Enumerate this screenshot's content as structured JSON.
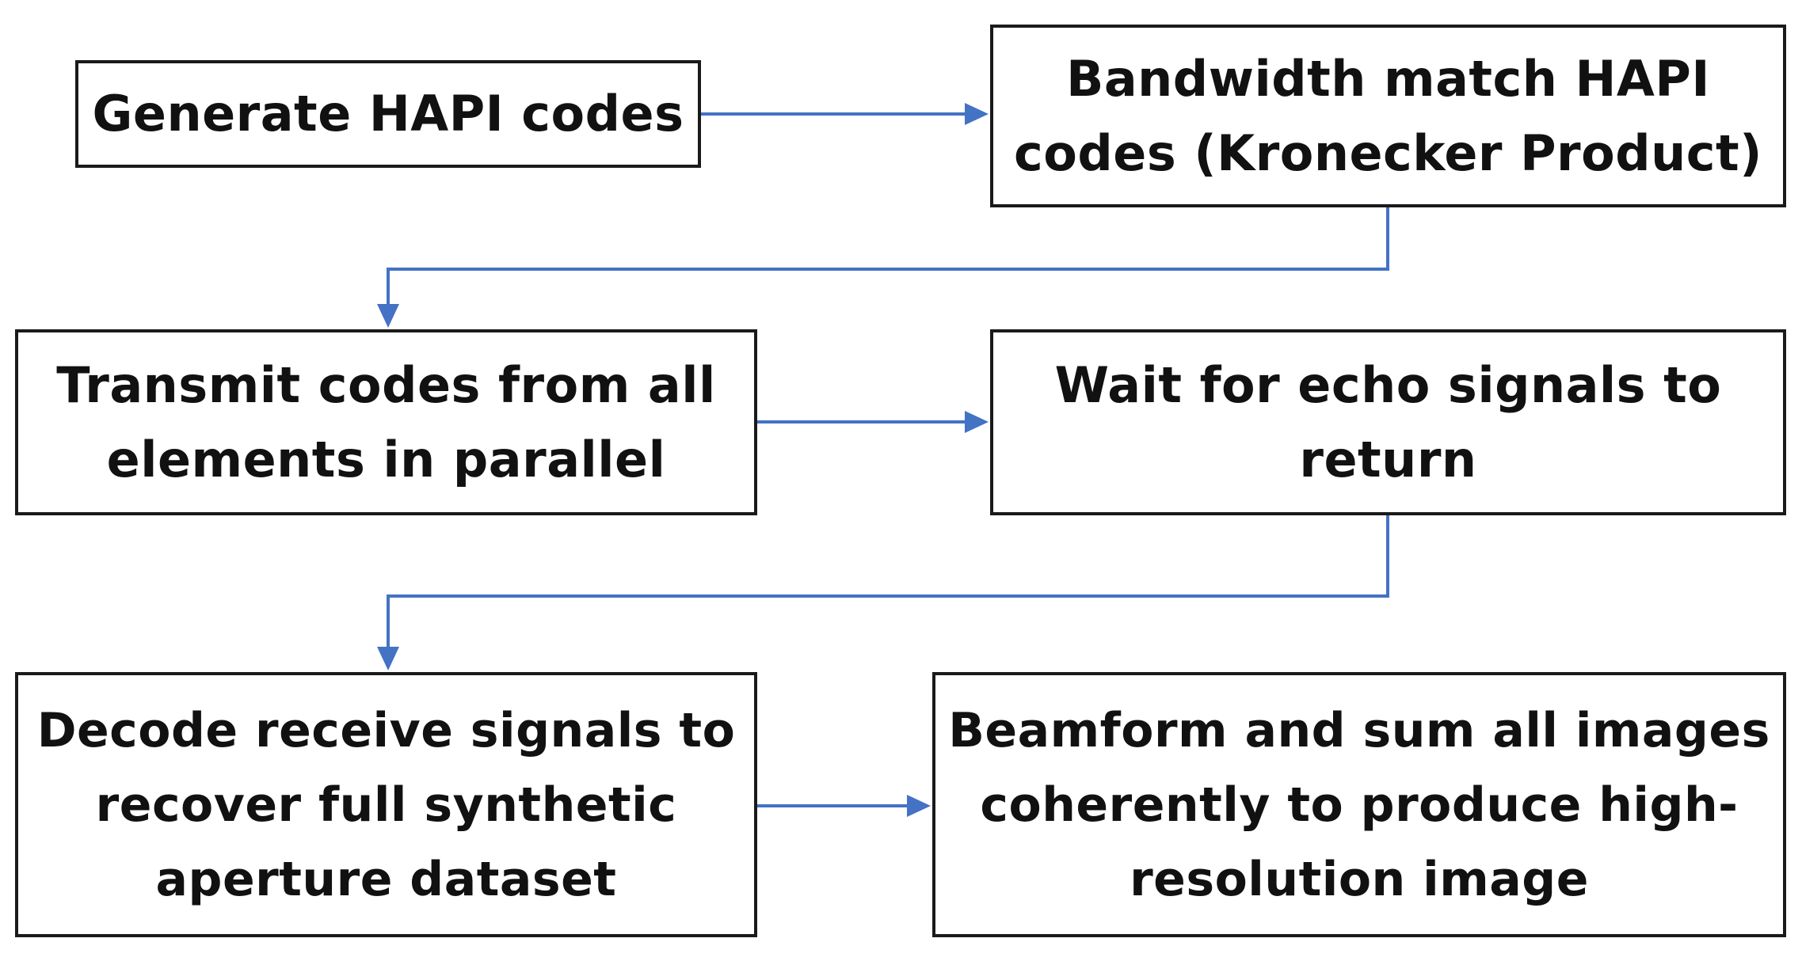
{
  "diagram": {
    "connector_color": "#4472c4",
    "steps": [
      {
        "id": "step1",
        "label": "Generate HAPI codes"
      },
      {
        "id": "step2",
        "label": "Bandwidth match HAPI\ncodes (Kronecker Product)"
      },
      {
        "id": "step3",
        "label": "Transmit codes from all\nelements in parallel"
      },
      {
        "id": "step4",
        "label": "Wait for echo signals to\nreturn"
      },
      {
        "id": "step5",
        "label": "Decode receive signals to\nrecover full synthetic\naperture dataset"
      },
      {
        "id": "step6",
        "label": "Beamform and sum all images\ncoherently to produce high-\nresolution image"
      }
    ]
  }
}
